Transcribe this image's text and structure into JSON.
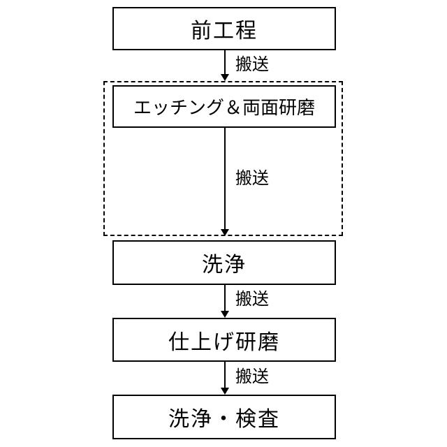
{
  "diagram": {
    "title": "process-flowchart",
    "colors": {
      "line": "#000000",
      "background": "#ffffff"
    },
    "boxes": [
      {
        "label": "前工程"
      },
      {
        "label": "エッチング＆両面研磨"
      },
      {
        "label": "洗浄"
      },
      {
        "label": "仕上げ研磨"
      },
      {
        "label": "洗浄・検査"
      }
    ],
    "arrows": [
      {
        "label": "搬送"
      },
      {
        "label": "搬送"
      },
      {
        "label": "搬送"
      },
      {
        "label": "搬送"
      }
    ],
    "groups": [
      {
        "style": "dashed",
        "contains": [
          "エッチング＆両面研磨"
        ]
      }
    ]
  }
}
